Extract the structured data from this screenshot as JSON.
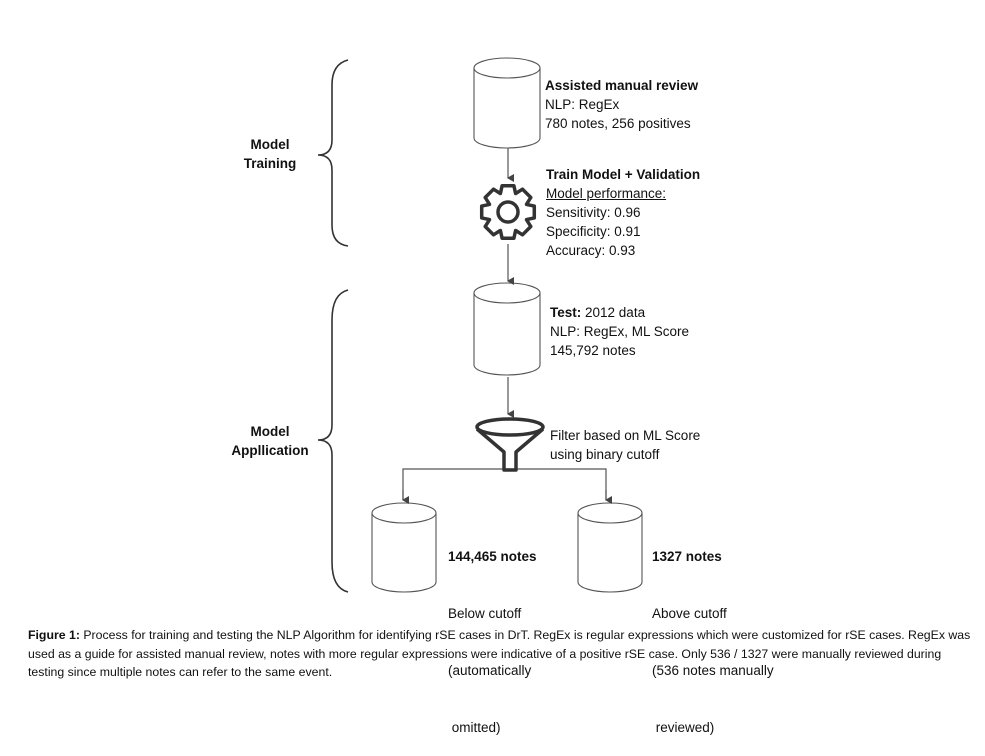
{
  "sections": {
    "training": [
      "Model",
      "Training"
    ],
    "application": [
      "Model",
      "Appllication"
    ]
  },
  "steps": {
    "review": {
      "title": "Assisted manual review",
      "lines": [
        "NLP: RegEx",
        "780 notes, 256 positives"
      ]
    },
    "train": {
      "title": "Train Model + Validation",
      "subtitle": "Model performance:",
      "lines": [
        "Sensitivity: 0.96",
        "Specificity: 0.91",
        "Accuracy: 0.93"
      ]
    },
    "test": {
      "title": "Test:",
      "title_rest": " 2012 data",
      "lines": [
        "NLP: RegEx, ML Score",
        "145,792 notes"
      ]
    },
    "filter": {
      "lines": [
        "Filter based on ML Score",
        "using binary cutoff"
      ]
    },
    "below": {
      "title": "144,465 notes",
      "lines": [
        "Below cutoff",
        "(automatically",
        " omitted)"
      ]
    },
    "above": {
      "title": "1327 notes",
      "lines": [
        "Above cutoff",
        "(536 notes manually",
        " reviewed)"
      ]
    }
  },
  "icons": [
    "database-cylinder-icon",
    "gear-icon",
    "funnel-icon"
  ],
  "caption": {
    "label": "Figure 1:",
    "text": " Process for training and testing the NLP Algorithm for identifying rSE cases in DrT. RegEx is regular expressions which were customized for rSE cases. RegEx was used as a guide for assisted manual review, notes with more regular expressions were indicative of a positive rSE case.  Only 536 / 1327 were manually reviewed during testing since multiple notes can refer to the same event."
  }
}
